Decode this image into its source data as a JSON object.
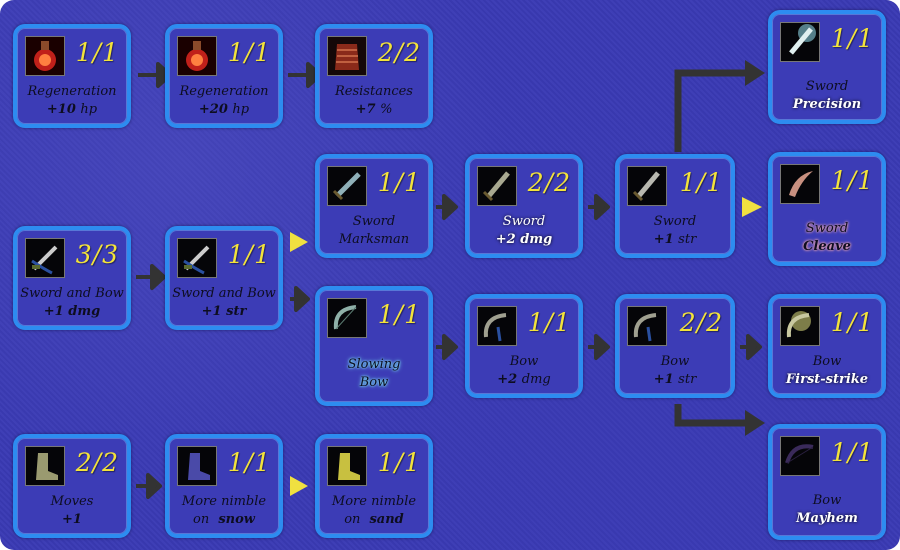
{
  "nodes": {
    "regen1": {
      "count": "1/1",
      "name": "Regeneration",
      "effect_value": "+10",
      "effect_unit": "hp",
      "icon": "potion-icon"
    },
    "regen2": {
      "count": "1/1",
      "name": "Regeneration",
      "effect_value": "+20",
      "effect_unit": "hp",
      "icon": "potion-icon"
    },
    "resist": {
      "count": "2/2",
      "name": "Resistances",
      "effect_value": "+7",
      "effect_unit": "%",
      "icon": "armor-icon"
    },
    "swordbow1": {
      "count": "3/3",
      "name": "Sword and Bow",
      "effect_value": "+1",
      "effect_unit": "dmg",
      "icon": "sword-and-bow-icon"
    },
    "swordbow2": {
      "count": "1/1",
      "name": "Sword and Bow",
      "effect_value": "+1",
      "effect_unit": "str",
      "icon": "sword-and-bow-icon"
    },
    "marksman": {
      "count": "1/1",
      "name": "Sword",
      "effect_value": "Marksman",
      "icon": "sword-icon"
    },
    "sword_dmg": {
      "count": "2/2",
      "name": "Sword",
      "effect_value": "+2",
      "effect_unit": "dmg",
      "icon": "sword-icon"
    },
    "sword_str": {
      "count": "1/1",
      "name": "Sword",
      "effect_value": "+1",
      "effect_unit": "str",
      "icon": "sword-icon"
    },
    "precision": {
      "count": "1/1",
      "name": "Sword",
      "effect_value": "Precision",
      "icon": "sword-icon"
    },
    "cleave": {
      "count": "1/1",
      "name": "Sword",
      "effect_value": "Cleave",
      "icon": "scimitar-icon"
    },
    "slowing": {
      "count": "1/1",
      "name": "Slowing",
      "effect_value": "Bow",
      "icon": "bow-icon"
    },
    "bow_dmg": {
      "count": "1/1",
      "name": "Bow",
      "effect_value": "+2",
      "effect_unit": "dmg",
      "icon": "bow-icon"
    },
    "bow_str": {
      "count": "2/2",
      "name": "Bow",
      "effect_value": "+1",
      "effect_unit": "str",
      "icon": "bow-icon"
    },
    "firststrike": {
      "count": "1/1",
      "name": "Bow",
      "effect_value": "First-strike",
      "icon": "bow-icon"
    },
    "mayhem": {
      "count": "1/1",
      "name": "Bow",
      "effect_value": "Mayhem",
      "icon": "dark-bow-icon"
    },
    "moves": {
      "count": "2/2",
      "name": "Moves",
      "effect_value": "+1",
      "icon": "boots-icon"
    },
    "nimble_snow": {
      "count": "1/1",
      "name": "More nimble",
      "effect_prefix": "on",
      "effect_value": "snow",
      "icon": "boots-icon"
    },
    "nimble_sand": {
      "count": "1/1",
      "name": "More nimble",
      "effect_prefix": "on",
      "effect_value": "sand",
      "icon": "boots-icon"
    }
  },
  "colors": {
    "background": "#3a3ab4",
    "node_border": "#2d8cf0",
    "count_text": "#f3e33a",
    "arrow_dark": "#333333",
    "arrow_available": "#f0e040"
  }
}
